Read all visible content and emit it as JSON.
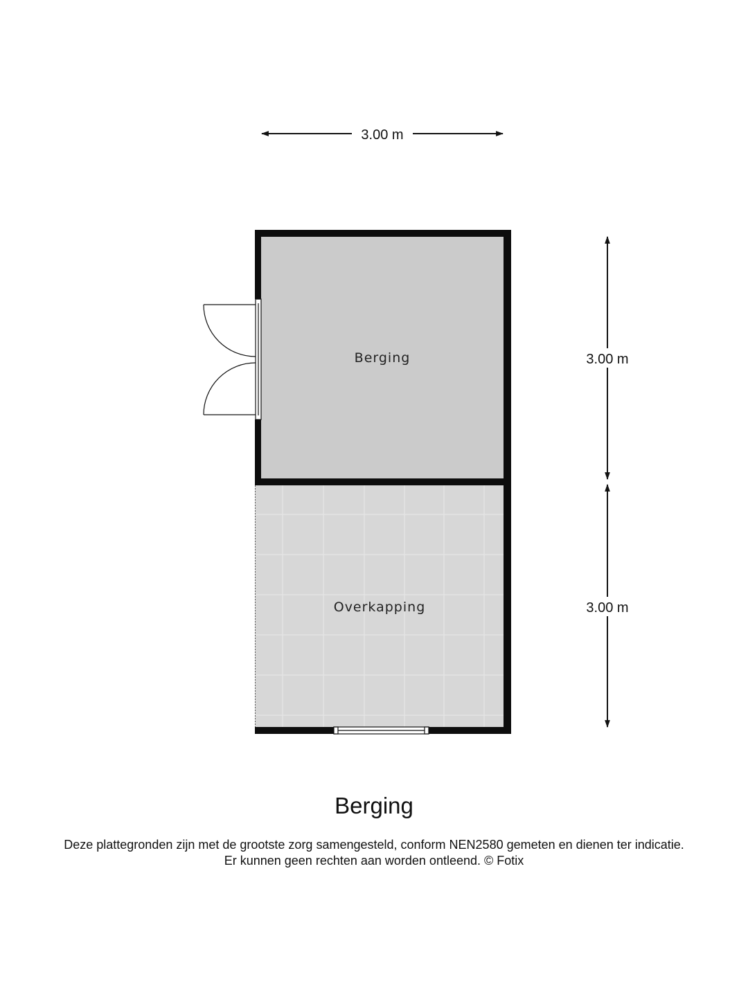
{
  "dimensions": {
    "top_width": "3.00 m",
    "right_upper": "3.00 m",
    "right_lower": "3.00 m"
  },
  "rooms": {
    "berging": "Berging",
    "overkapping": "Overkapping"
  },
  "title": "Berging",
  "disclaimer": {
    "line1": "Deze plattegronden zijn met de grootste zorg samengesteld, conform NEN2580 gemeten en dienen ter indicatie.",
    "line2": "Er kunnen geen rechten aan worden ontleend. © Fotix"
  },
  "colors": {
    "wall": "#0d0d0d",
    "berging_floor": "#cbcbcb",
    "overkapping_floor": "#d7d7d7",
    "tile_line": "#e6e6e6"
  }
}
